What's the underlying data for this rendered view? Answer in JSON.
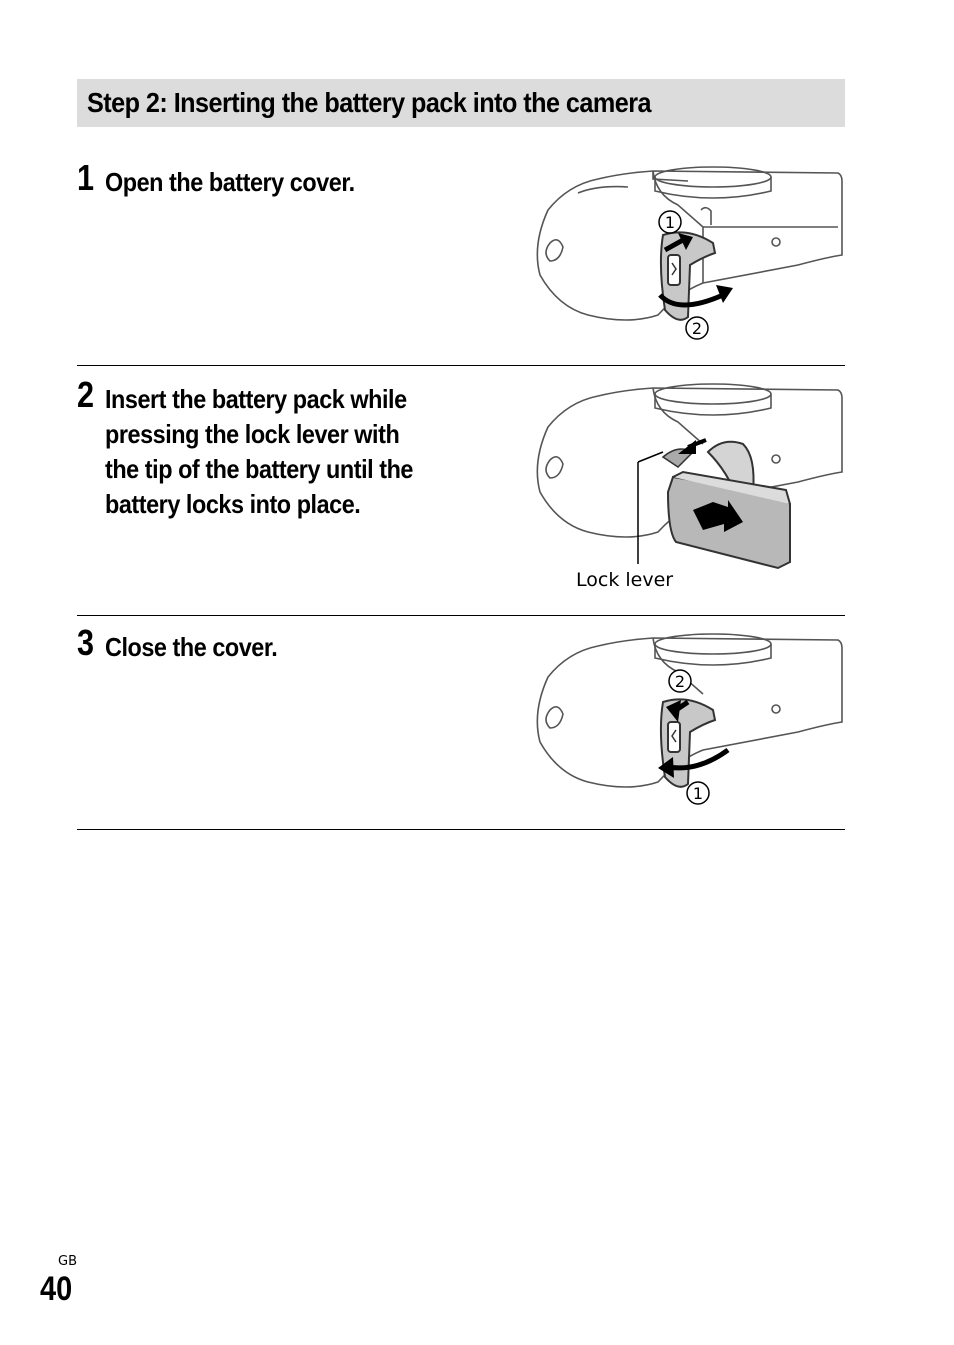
{
  "header": {
    "title": "Step 2: Inserting the battery pack into the camera"
  },
  "steps": [
    {
      "number": "1",
      "lines": [
        "Open the battery cover."
      ]
    },
    {
      "number": "2",
      "lines": [
        "Insert the battery pack while",
        "pressing the lock lever with",
        "the tip of the battery until the",
        "battery locks into place."
      ]
    },
    {
      "number": "3",
      "lines": [
        "Close the cover."
      ]
    }
  ],
  "callouts": {
    "one": "1",
    "two": "2",
    "lock_lever": "Lock lever"
  },
  "footer": {
    "lang": "GB",
    "page": "40"
  },
  "icons": [
    "camera-open-cover-illustration",
    "camera-insert-battery-illustration",
    "camera-close-cover-illustration"
  ]
}
